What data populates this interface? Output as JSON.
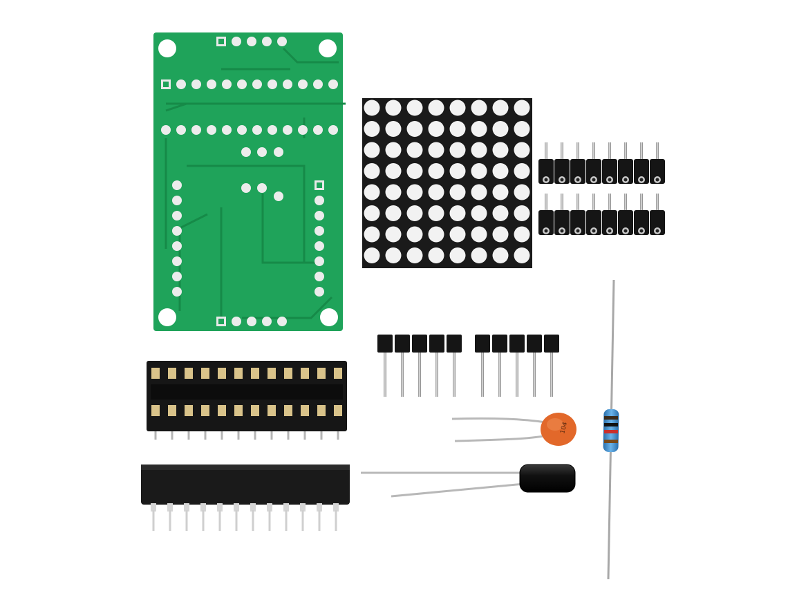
{
  "photo": {
    "background": "#ffffff",
    "components": [
      {
        "name": "pcb-board",
        "color": "#1fa35a"
      },
      {
        "name": "led-dot-matrix",
        "rows": 8,
        "columns": 8,
        "color": "#1a1a1a",
        "dot_color": "#f2f2f2"
      },
      {
        "name": "female-pin-header",
        "count": 2,
        "pins": 8
      },
      {
        "name": "male-pin-header",
        "count": 2,
        "pins": 5
      },
      {
        "name": "ic-socket",
        "pins": 24
      },
      {
        "name": "ic-chip",
        "pins": 24
      },
      {
        "name": "ceramic-capacitor",
        "color": "#e2682a"
      },
      {
        "name": "electrolytic-capacitor",
        "color": "#151515"
      },
      {
        "name": "resistor",
        "color": "#3b8fd0"
      }
    ],
    "capacitor_marking": "104"
  }
}
